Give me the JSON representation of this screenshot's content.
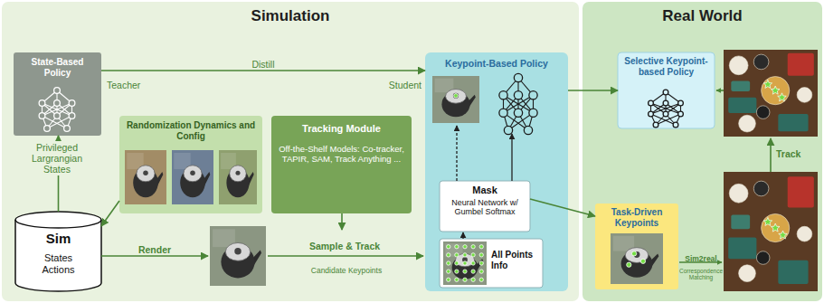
{
  "diagram": {
    "nodes": [
      {
        "text": [
          "Simulation"
        ]
      },
      {
        "text": [
          "Real World"
        ]
      },
      {
        "text": [
          "State-Based Policy"
        ],
        "in": 0
      },
      {
        "text": [
          "Randomization Dynamics and Config"
        ],
        "in": 0
      },
      {
        "text": [
          "Tracking Module",
          "Off-the-Shelf Models: Co-tracker, TAPIR, SAM, Track Anything ..."
        ],
        "in": 0
      },
      {
        "text": [
          "Sim",
          "States Actions"
        ],
        "in": 0
      },
      {
        "text": [
          "Keypoint-Based Policy"
        ],
        "in": 0
      },
      {
        "text": [
          "Mask",
          "Neural Network w/ Gumbel Softmax"
        ],
        "in": 6
      },
      {
        "text": [
          "All Points Info"
        ],
        "in": 6
      },
      {
        "text": [
          "Selective Keypoint-based Policy"
        ],
        "in": 1
      },
      {
        "text": [
          "Task-Driven Keypoints"
        ],
        "in": 1
      }
    ],
    "edges": [
      {
        "from": 2,
        "to": 6,
        "arrow": "to",
        "label": "Distill"
      },
      {
        "from": 5,
        "to": 2,
        "arrow": "to"
      },
      {
        "from": 3,
        "to": 5,
        "arrow": "to"
      },
      {
        "from": 6,
        "to": 9,
        "arrow": "to"
      },
      {
        "from": 7,
        "to": 10,
        "arrow": "to"
      }
    ],
    "labels": [
      "Teacher",
      "Student",
      "Privileged Largrangian States",
      "Render",
      "Sample & Track",
      "Candidate Keypoints",
      "Sim2real",
      "Correspondence Matching",
      "Track"
    ]
  }
}
